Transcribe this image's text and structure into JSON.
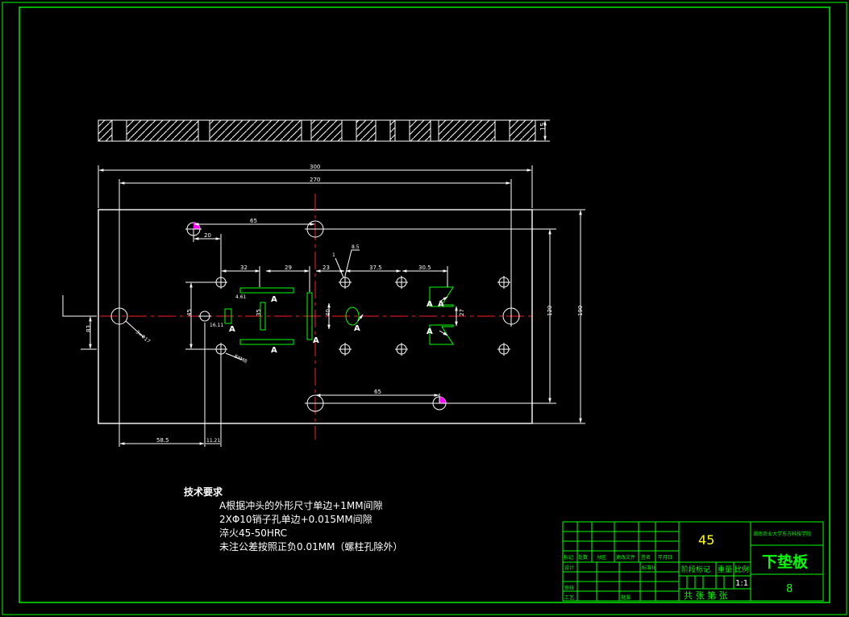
{
  "colors": {
    "background": "#000000",
    "frame": "#00ff00",
    "outline": "#ffffff",
    "centerline": "#ff2020",
    "annotation": "#00ff00",
    "material": "#ffff00",
    "hatch_marker": "#ff00ff"
  },
  "side_view": {
    "thickness_label": "15"
  },
  "dimensions": {
    "overall_width": "300",
    "hole_span_width": "270",
    "height_190": "190",
    "height_120": "120",
    "top_hole_offset": "65",
    "bottom_hole_offset": "65",
    "dim_20": "20",
    "dim_32": "32",
    "dim_29": "29",
    "dim_23": "23",
    "dim_37_5": "37.5",
    "dim_30_5": "30.5",
    "dim_4_61": "4.61",
    "dim_16_11": "16.11",
    "dim_35": "35",
    "dim_40": "40",
    "dim_83": "83",
    "dim_45": "45",
    "dim_27": "27",
    "dim_8_5": "8.5",
    "dim_1": "1",
    "dim_58_5": "58.5",
    "dim_11_21": "11.21",
    "phi_8_5": "3×Φ17",
    "m_thread": "8XM8"
  },
  "section_marks": [
    "A",
    "A",
    "A",
    "A",
    "A",
    "A",
    "A",
    "A"
  ],
  "notes": {
    "title": "技术要求",
    "items": [
      "A根据冲头的外形尺寸单边+1MM间隙",
      "2XΦ10销子孔单边+0.015MM间隙",
      "淬火45-50HRC",
      "未注公差按照正负0.01MM（螺柱孔除外）"
    ]
  },
  "title_block": {
    "material": "45",
    "school": "湖南农业大学东方科技学院",
    "part_name": "下垫板",
    "drawing_no": "8",
    "scale": "1:1",
    "headers": {
      "mark": "标记",
      "count": "处数",
      "zone": "分区",
      "change_doc": "更改文件",
      "signature": "签名",
      "date": "年月日",
      "design": "设计",
      "standard": "标准化",
      "stage_mark": "阶段标记",
      "weight": "重量",
      "ratio": "比例",
      "review": "审核",
      "process": "工艺",
      "approve": "批准",
      "sheets": "共  张  第  张"
    }
  }
}
